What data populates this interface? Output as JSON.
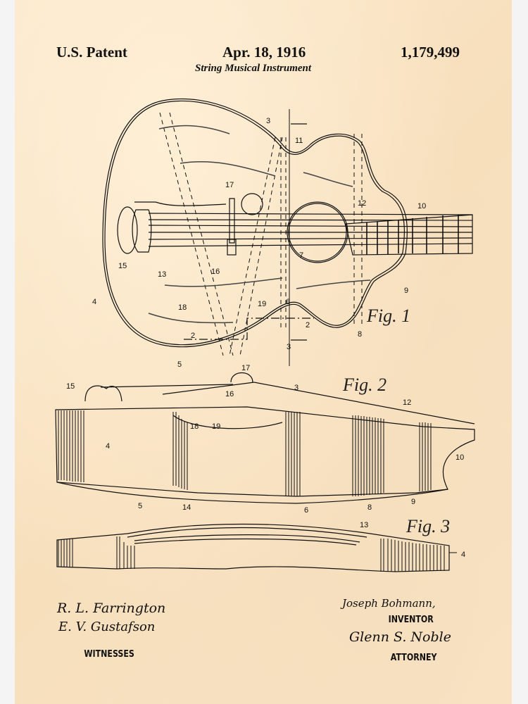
{
  "header": {
    "left": "U.S. Patent",
    "center": "Apr. 18, 1916",
    "right": "1,179,499",
    "subtitle": "String Musical Instrument"
  },
  "figures": [
    {
      "label": "Fig. 1",
      "callouts": [
        "2",
        "2",
        "3",
        "3",
        "4",
        "5",
        "6",
        "7",
        "8",
        "9",
        "10",
        "11",
        "12",
        "13",
        "15",
        "16",
        "17",
        "18",
        "19"
      ]
    },
    {
      "label": "Fig. 2",
      "callouts": [
        "3",
        "4",
        "5",
        "6",
        "8",
        "9",
        "10",
        "12",
        "14",
        "15",
        "16",
        "17",
        "18",
        "19"
      ]
    },
    {
      "label": "Fig. 3",
      "callouts": [
        "13",
        "4"
      ]
    }
  ],
  "signatures": {
    "witness_1": "R. L. Farrington",
    "witness_2": "E. V. Gustafson",
    "witnesses_caption": "WITNESSES",
    "inventor_name": "Joseph Bohmann,",
    "inventor_caption": "INVENTOR",
    "attorney_name": "Glenn S. Noble",
    "attorney_caption": "ATTORNEY"
  },
  "colors": {
    "paper": "#f9e4c6",
    "ink": "#111111",
    "frame": "#f4f4f4"
  }
}
